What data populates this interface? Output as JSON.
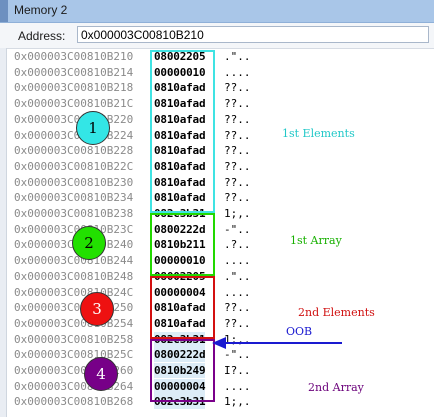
{
  "window": {
    "title": "Memory 2"
  },
  "address_bar": {
    "label": "Address:",
    "value": "0x000003C00810B210"
  },
  "rows": [
    {
      "addr": "0x000003C00810B210",
      "val": "08002205",
      "asc": ".\".."
    },
    {
      "addr": "0x000003C00810B214",
      "val": "00000010",
      "asc": "...."
    },
    {
      "addr": "0x000003C00810B218",
      "val": "0810afad",
      "asc": "??.."
    },
    {
      "addr": "0x000003C00810B21C",
      "val": "0810afad",
      "asc": "??.."
    },
    {
      "addr": "0x000003C00810B220",
      "val": "0810afad",
      "asc": "??.."
    },
    {
      "addr": "0x000003C00810B224",
      "val": "0810afad",
      "asc": "??.."
    },
    {
      "addr": "0x000003C00810B228",
      "val": "0810afad",
      "asc": "??.."
    },
    {
      "addr": "0x000003C00810B22C",
      "val": "0810afad",
      "asc": "??.."
    },
    {
      "addr": "0x000003C00810B230",
      "val": "0810afad",
      "asc": "??.."
    },
    {
      "addr": "0x000003C00810B234",
      "val": "0810afad",
      "asc": "??.."
    },
    {
      "addr": "0x000003C00810B238",
      "val": "082c3b31",
      "asc": "1;,."
    },
    {
      "addr": "0x000003C00810B23C",
      "val": "0800222d",
      "asc": "-\".."
    },
    {
      "addr": "0x000003C00810B240",
      "val": "0810b211",
      "asc": ".?.."
    },
    {
      "addr": "0x000003C00810B244",
      "val": "00000010",
      "asc": "...."
    },
    {
      "addr": "0x000003C00810B248",
      "val": "08002205",
      "asc": ".\".."
    },
    {
      "addr": "0x000003C00810B24C",
      "val": "00000004",
      "asc": "...."
    },
    {
      "addr": "0x000003C00810B250",
      "val": "0810afad",
      "asc": "??.."
    },
    {
      "addr": "0x000003C00810B254",
      "val": "0810afad",
      "asc": "??.."
    },
    {
      "addr": "0x000003C00810B258",
      "val": "082c3b31",
      "asc": "1;,."
    },
    {
      "addr": "0x000003C00810B25C",
      "val": "0800222d",
      "asc": "-\".."
    },
    {
      "addr": "0x000003C00810B260",
      "val": "0810b249",
      "asc": "I?.."
    },
    {
      "addr": "0x000003C00810B264",
      "val": "00000004",
      "asc": "...."
    },
    {
      "addr": "0x000003C00810B268",
      "val": "082c3b31",
      "asc": "1;,."
    }
  ],
  "annotations": {
    "c1": {
      "num": "1",
      "color": "#33e6e6"
    },
    "c2": {
      "num": "2",
      "color": "#22e000"
    },
    "c3": {
      "num": "3",
      "color": "#ee1111"
    },
    "c4": {
      "num": "4",
      "color": "#770088"
    },
    "l1": {
      "text": "1st Elements",
      "color": "#22c8c8"
    },
    "l2": {
      "text": "1st Array",
      "color": "#17b000"
    },
    "l3": {
      "text": "2nd Elements",
      "color": "#d01010"
    },
    "l4": {
      "text": "2nd Array",
      "color": "#6a007a"
    },
    "oob": {
      "text": "OOB",
      "color": "#1a1ad0"
    }
  }
}
